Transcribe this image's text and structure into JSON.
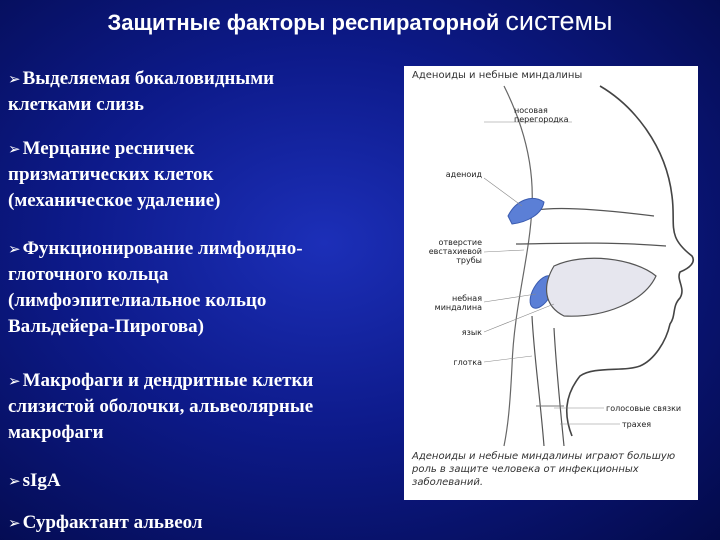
{
  "title": {
    "part1": "Защитные факторы респираторной",
    "part2": "системы"
  },
  "bullets": [
    {
      "lines": [
        "Выделяемая бокаловидными",
        "клетками слизь"
      ]
    },
    {
      "lines": [
        "Мерцание ресничек",
        "призматических клеток",
        "(механическое удаление)"
      ]
    },
    {
      "lines": [
        "Функционирование лимфоидно-",
        "глоточного кольца",
        "(лимфоэпителиальное кольцо",
        "Вальдейера-Пирогова)"
      ]
    },
    {
      "lines": [
        "Макрофаги и дендритные клетки",
        "слизистой оболочки, альвеолярные",
        "макрофаги"
      ]
    },
    {
      "lines": [
        "sIgA"
      ]
    },
    {
      "lines": [
        "Сурфактант альвеол"
      ]
    }
  ],
  "bullet_icon": "arrowhead-icon",
  "figure": {
    "title": "Аденоиды и небные миндалины",
    "labels": {
      "nasal_septum": [
        "носовая",
        "перегородка"
      ],
      "adenoid": [
        "аденоид"
      ],
      "eustachian": [
        "отверстие",
        "евстахиевой",
        "трубы"
      ],
      "tonsil": [
        "небная",
        "миндалина"
      ],
      "tongue": [
        "язык"
      ],
      "pharynx": [
        "глотка"
      ],
      "vocal_cords": [
        "голосовые связки"
      ],
      "trachea": [
        "трахея"
      ]
    },
    "caption": "Аденоиды и небные миндалины играют большую роль в защите человека от инфекционных заболеваний."
  },
  "colors": {
    "background": "#0d1a8a",
    "text": "#ffffff",
    "highlight": "#5b7fd6"
  }
}
